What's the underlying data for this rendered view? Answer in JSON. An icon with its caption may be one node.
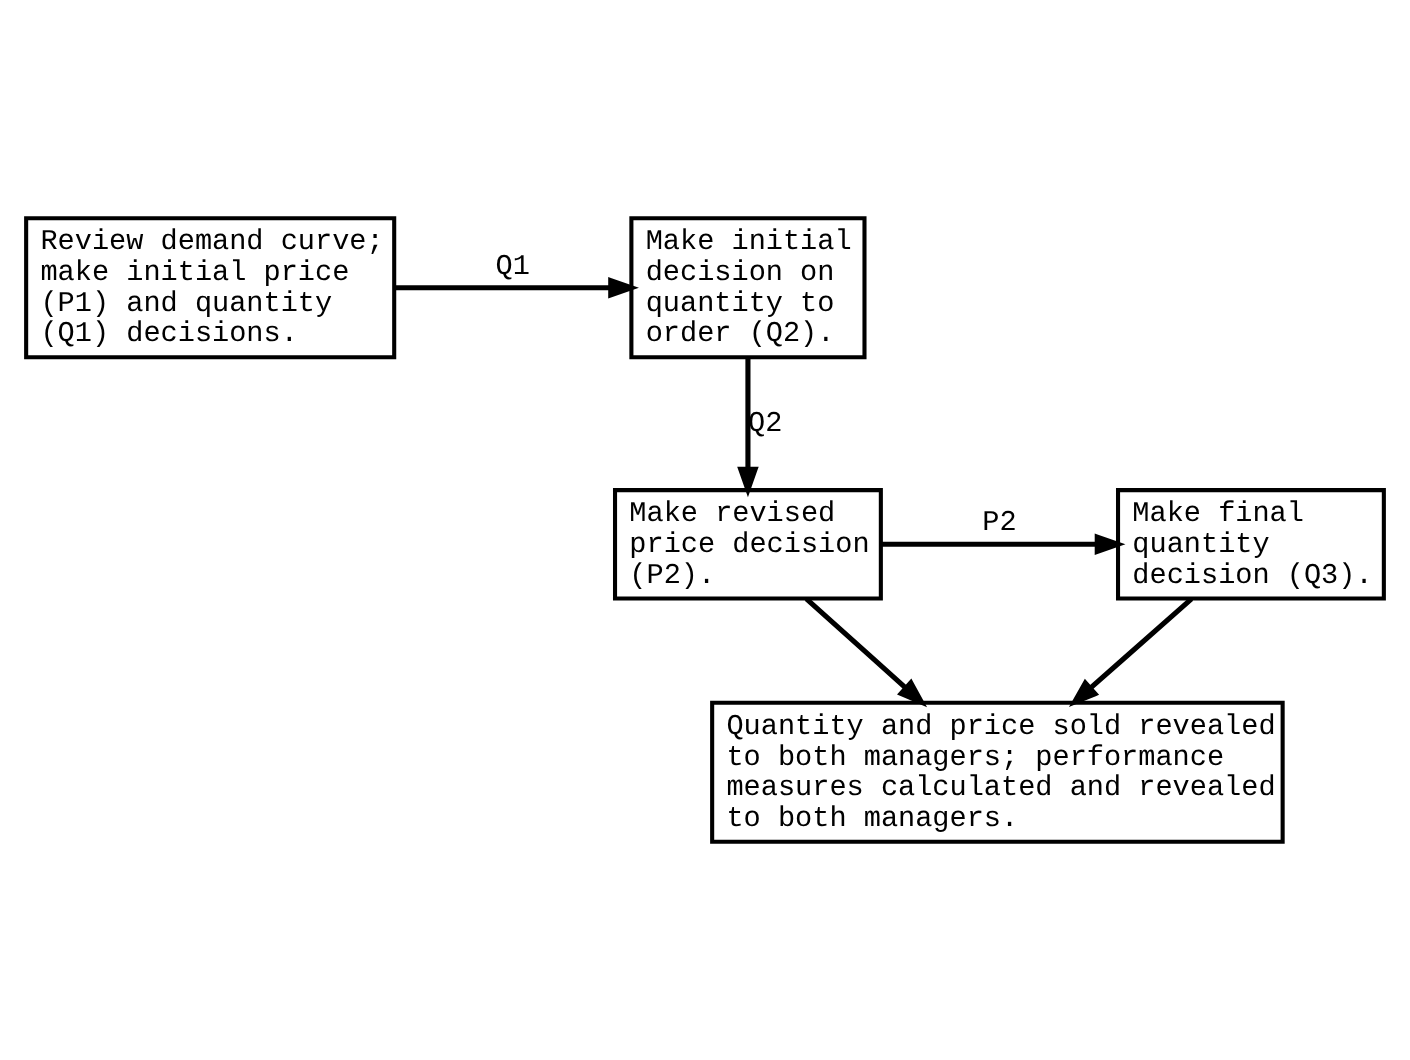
{
  "diagram": {
    "nodes": [
      {
        "text": [
          "Review demand curve; make initial price (P1) and quantity (Q1) decisions."
        ]
      },
      {
        "text": [
          "Make initial decision on quantity to order (Q2)."
        ]
      },
      {
        "text": [
          "Make revised price decision (P2)."
        ]
      },
      {
        "text": [
          "Make final quantity decision (Q3)."
        ]
      },
      {
        "text": [
          "Quantity and price sold revealed to both managers; performance measures calculated and revealed to both managers."
        ]
      }
    ],
    "edges": [
      {
        "from": 0,
        "to": 1,
        "arrow": "to",
        "label": "Q1"
      },
      {
        "from": 1,
        "to": 2,
        "arrow": "to",
        "label": "Q2"
      },
      {
        "from": 2,
        "to": 3,
        "arrow": "to",
        "label": "P2"
      },
      {
        "from": 2,
        "to": 4,
        "arrow": "to"
      },
      {
        "from": 3,
        "to": 4,
        "arrow": "to"
      }
    ]
  }
}
